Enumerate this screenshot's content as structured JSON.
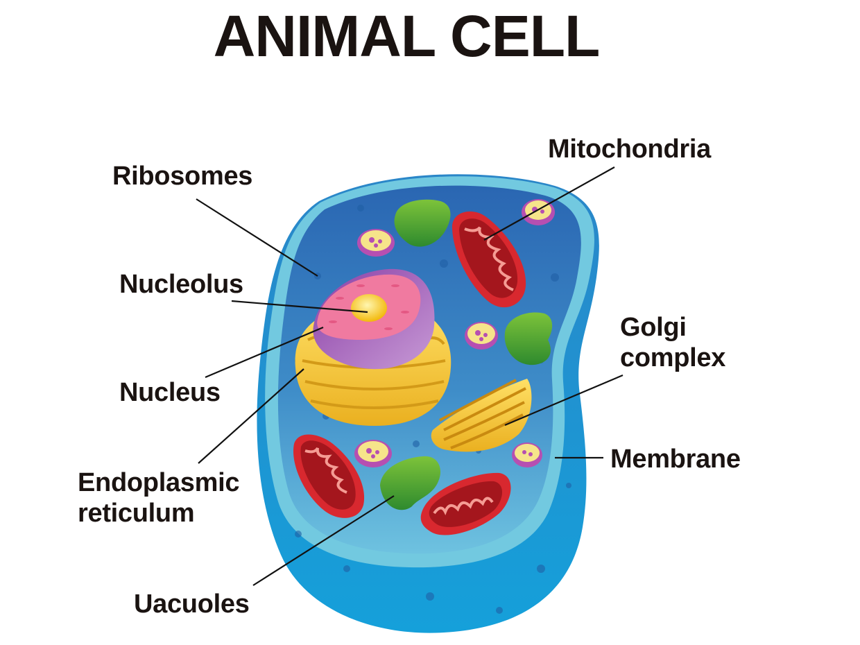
{
  "title": "ANIMAL CELL",
  "labels": {
    "ribosomes": "Ribosomes",
    "nucleolus": "Nucleolus",
    "nucleus": "Nucleus",
    "endoplasmic_reticulum": "Endoplasmic\nreticulum",
    "vacuoles": "Uacuoles",
    "mitochondria": "Mitochondria",
    "golgi_complex": "Golgi\ncomplex",
    "membrane": "Membrane"
  },
  "colors": {
    "cell_outer": "#1a8fd0",
    "cell_rim": "#6fc6de",
    "cytoplasm_top": "#2e6fb8",
    "cytoplasm_bottom": "#5fb3d9",
    "nucleus_pink": "#f07aa0",
    "nucleus_purple": "#9b58b5",
    "nucleolus": "#ffd21f",
    "er_yellow": "#f6c42c",
    "mitochondria_red": "#d8282f",
    "vacuole_green": "#4fa02e",
    "lysosome_purple": "#b64fb1",
    "lysosome_yellow": "#f6e48a",
    "leader_line": "#111111"
  }
}
